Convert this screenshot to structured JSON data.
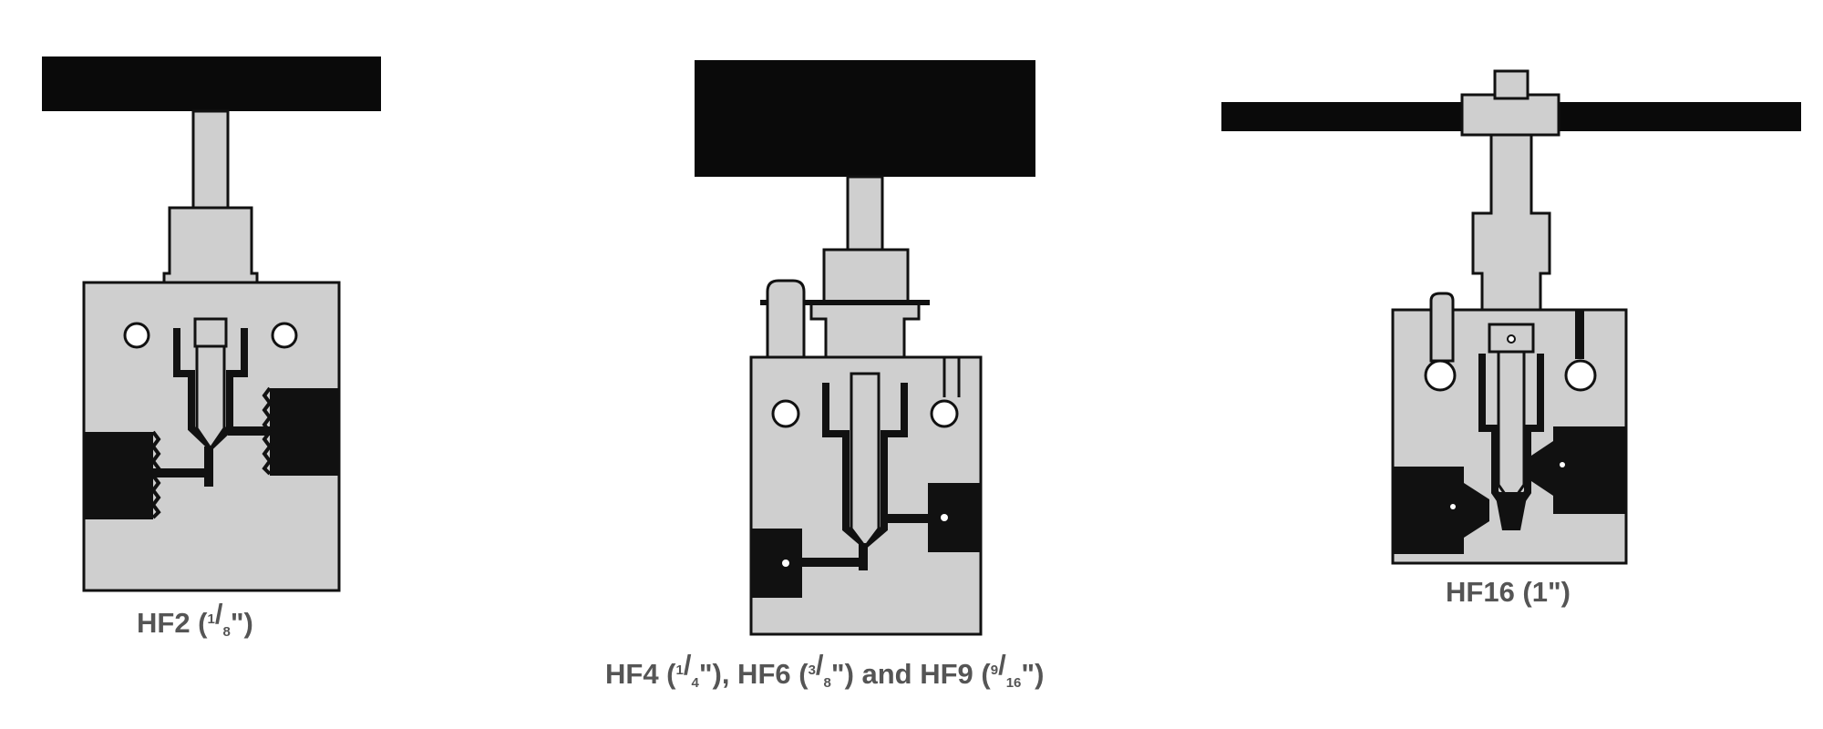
{
  "figures": [
    {
      "id": "hf2",
      "caption": {
        "prefix": "HF2 (",
        "fractions": [
          {
            "num": "1",
            "den": "8"
          }
        ],
        "suffix": "\")"
      }
    },
    {
      "id": "hf4-hf6-hf9",
      "caption": {
        "parts": [
          {
            "text": "HF4 ("
          },
          {
            "num": "1",
            "den": "4"
          },
          {
            "text": "\"), HF6 ("
          },
          {
            "num": "3",
            "den": "8"
          },
          {
            "text": "\") and HF9 ("
          },
          {
            "num": "9",
            "den": "16"
          },
          {
            "text": "\")"
          }
        ]
      }
    },
    {
      "id": "hf16",
      "caption": {
        "text": "HF16 (1\")"
      }
    }
  ],
  "colors": {
    "body": "#cfcfcf",
    "ink": "#111111",
    "handle": "#0a0a0a",
    "caption": "#555555"
  }
}
